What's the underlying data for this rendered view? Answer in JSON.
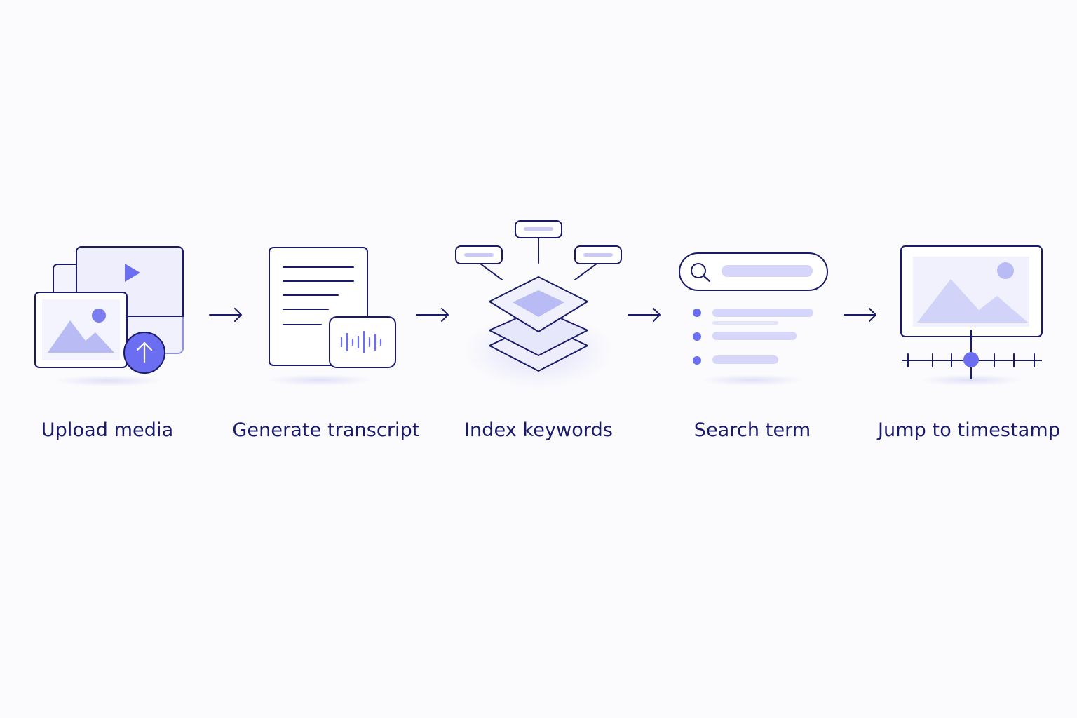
{
  "diagram": {
    "steps": [
      {
        "label": "Upload media",
        "icon": "upload-media-icon"
      },
      {
        "label": "Generate transcript",
        "icon": "transcript-waveform-icon"
      },
      {
        "label": "Index keywords",
        "icon": "layered-index-icon"
      },
      {
        "label": "Search term",
        "icon": "search-results-icon"
      },
      {
        "label": "Jump to timestamp",
        "icon": "timeline-scrubber-icon"
      }
    ],
    "connector": "arrow-right-icon",
    "colors": {
      "stroke": "#1a1a6b",
      "accent": "#6b6ef0",
      "accent_light": "#d9daf9",
      "background": "#fbfbfd"
    }
  }
}
